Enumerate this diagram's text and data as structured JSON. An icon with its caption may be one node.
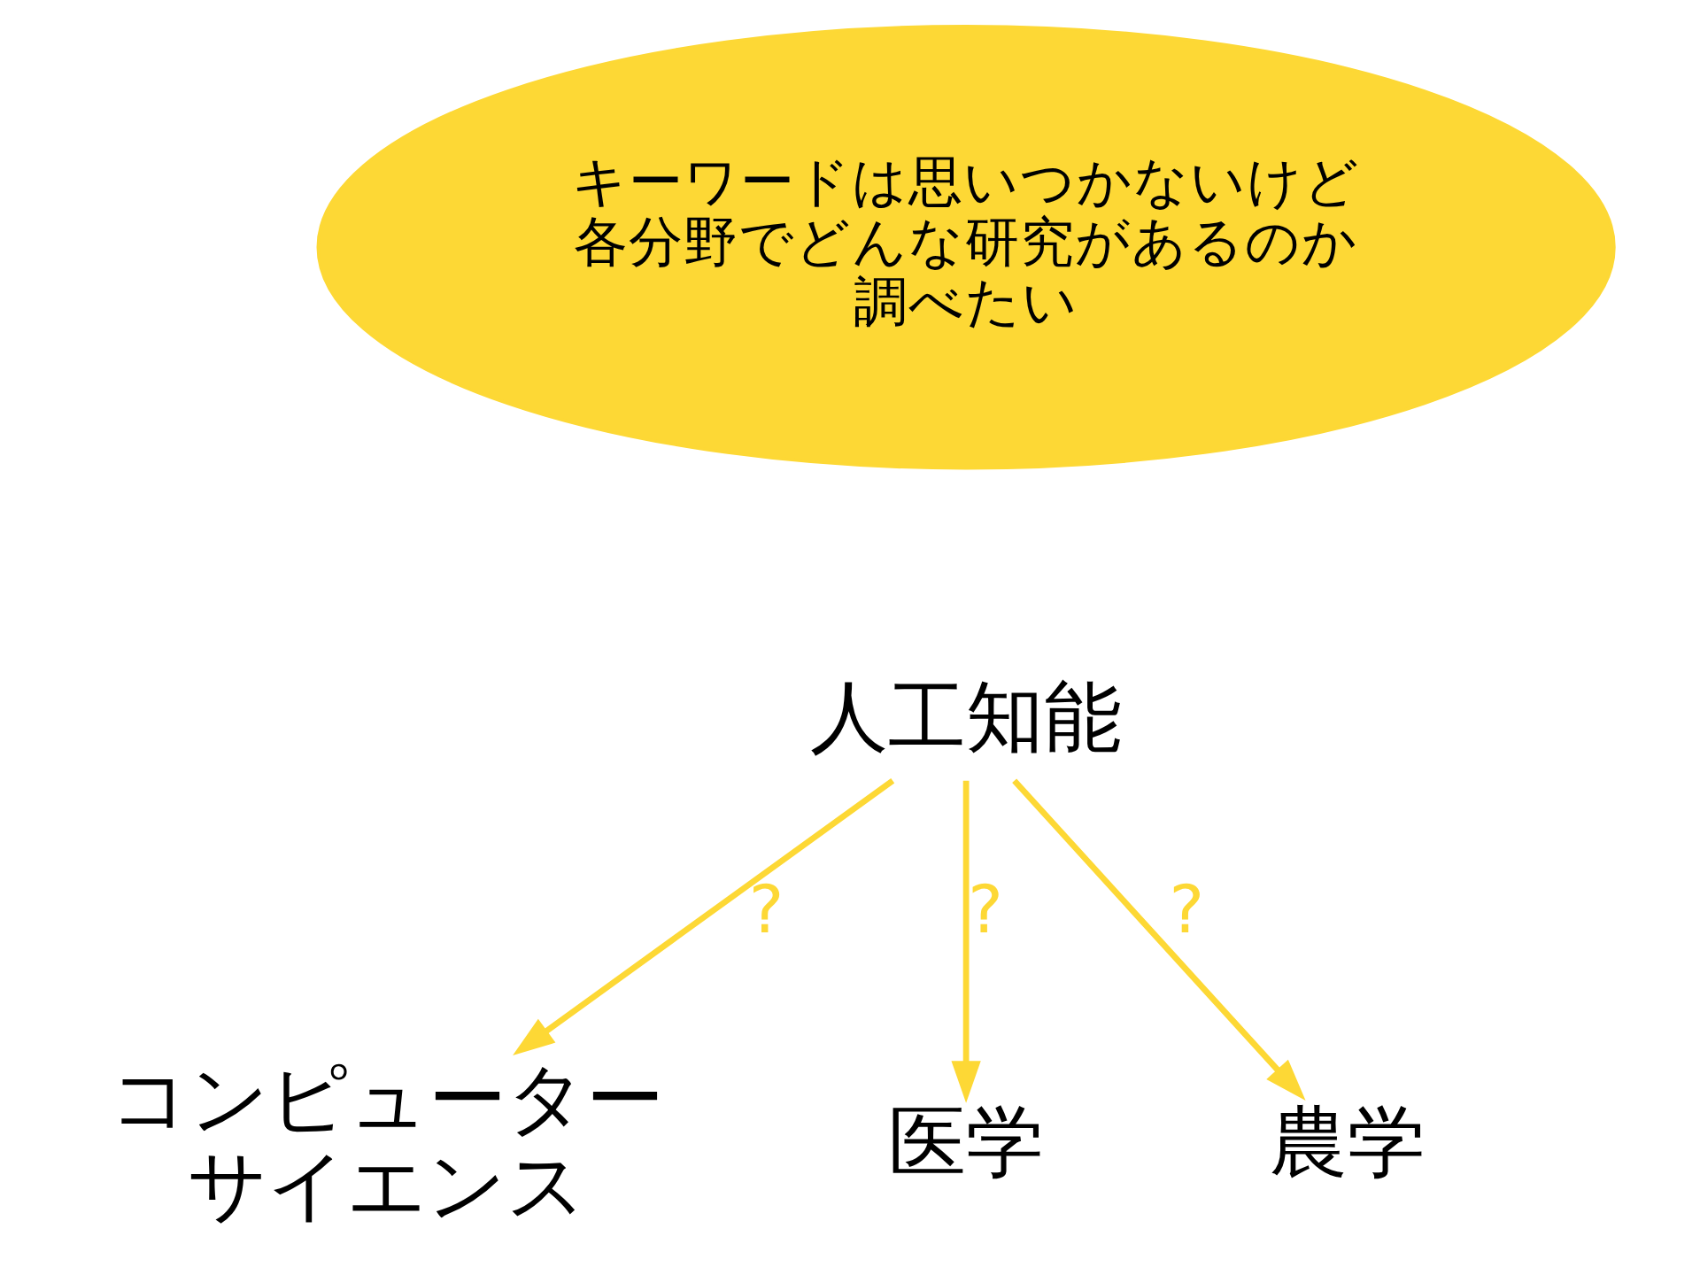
{
  "diagram": {
    "nodes": [
      {
        "text": [
          "キーワードは思いつかないけど各分野でどんな研究があるのか調べたい"
        ]
      },
      {
        "text": [
          "人工知能"
        ]
      },
      {
        "text": [
          "コンピューターサイエンス"
        ]
      },
      {
        "text": [
          "医学"
        ]
      },
      {
        "text": [
          "農学"
        ]
      }
    ],
    "edges": [
      {
        "from": 1,
        "to": 2,
        "arrow": "to",
        "label": "?"
      },
      {
        "from": 1,
        "to": 3,
        "arrow": "to",
        "label": "?"
      },
      {
        "from": 1,
        "to": 4,
        "arrow": "to",
        "label": "?"
      }
    ]
  }
}
